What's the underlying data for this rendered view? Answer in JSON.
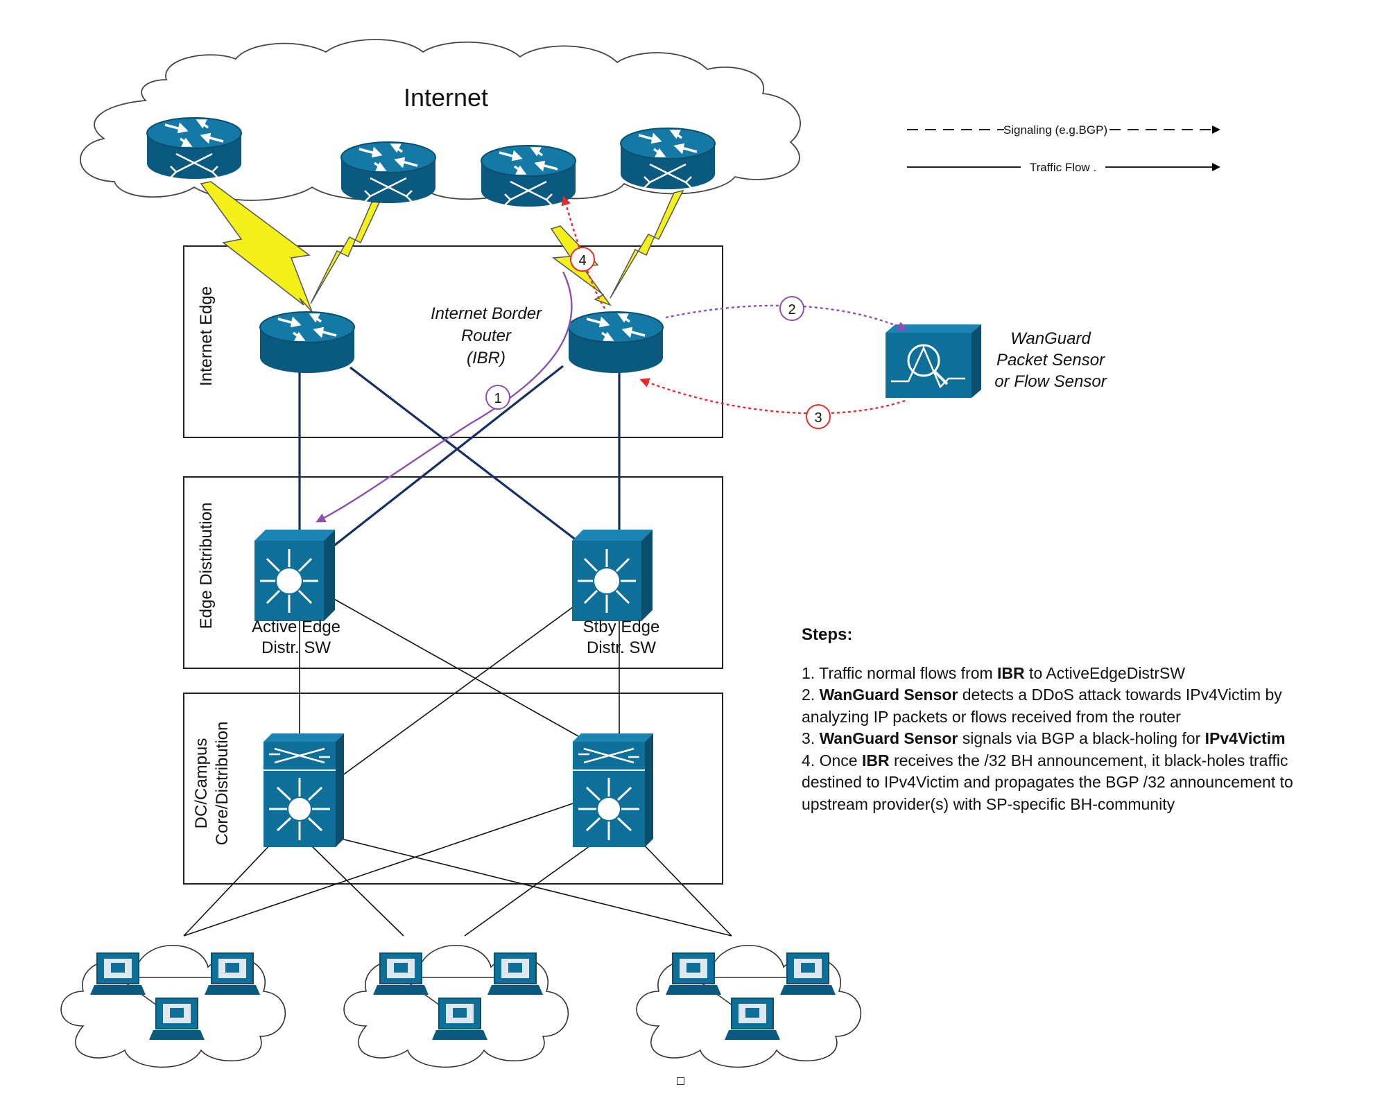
{
  "cloud": {
    "title": "Internet"
  },
  "legend": {
    "signaling": "Signaling (e.g.BGP)",
    "traffic": "Traffic Flow ."
  },
  "zones": {
    "internet_edge": "Internet Edge",
    "edge_distribution": "Edge Distribution",
    "core_line1": "DC/Campus",
    "core_line2": "Core/Distribution"
  },
  "labels": {
    "ibr_line1": "Internet Border",
    "ibr_line2": "Router",
    "ibr_line3": "(IBR)",
    "sensor_line1": "WanGuard",
    "sensor_line2": "Packet Sensor",
    "sensor_line3": "or Flow Sensor",
    "active_line1": "Active Edge",
    "active_line2": "Distr. SW",
    "stby_line1": "Stby Edge",
    "stby_line2": "Distr. SW"
  },
  "markers": [
    "1",
    "2",
    "3",
    "4"
  ],
  "steps": {
    "heading": "Steps:",
    "items": [
      [
        {
          "t": "1. Traffic normal flows from "
        },
        {
          "t": "IBR",
          "b": true
        },
        {
          "t": " to ActiveEdgeDistrSW"
        }
      ],
      [
        {
          "t": "2. "
        },
        {
          "t": "WanGuard Sensor",
          "b": true
        },
        {
          "t": " detects a DDoS attack towards IPv4Victim by"
        }
      ],
      [
        {
          "t": "analyzing IP packets or flows received from the router"
        }
      ],
      [
        {
          "t": "3. "
        },
        {
          "t": "WanGuard Sensor",
          "b": true
        },
        {
          "t": " signals via BGP a black-holing for "
        },
        {
          "t": "IPv4Victim",
          "b": true
        }
      ],
      [
        {
          "t": "4. Once "
        },
        {
          "t": "IBR",
          "b": true
        },
        {
          "t": " receives the /32 BH announcement, it black-holes traffic"
        }
      ],
      [
        {
          "t": "destined to IPv4Victim and propagates the BGP /32 announcement to"
        }
      ],
      [
        {
          "t": "upstream provider(s) with SP-specific BH-community"
        }
      ]
    ]
  },
  "colors": {
    "device": "#0e6f98",
    "device_dark": "#0a4f6e",
    "link": "#152f63",
    "purple": "#8b4fb3",
    "red": "#e82a2a",
    "bolt": "#f4f11a"
  }
}
